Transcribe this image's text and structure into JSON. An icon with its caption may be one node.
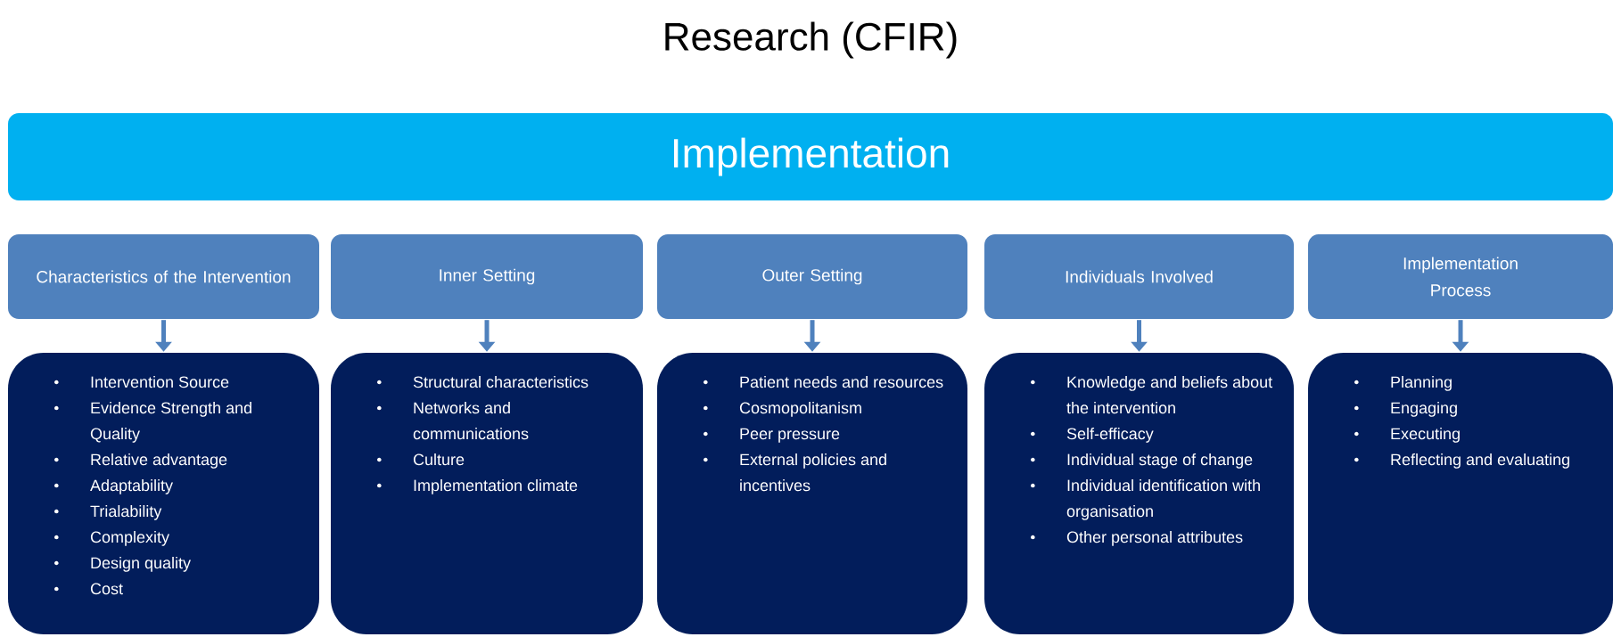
{
  "diagram": {
    "title": "Research (CFIR)",
    "nodes": [
      {
        "text": [
          "Implementation"
        ]
      },
      {
        "text": [
          "Characteristics of the Intervention"
        ]
      },
      {
        "text": [
          "Inner Setting"
        ]
      },
      {
        "text": [
          "Outer Setting"
        ]
      },
      {
        "text": [
          "Individuals Involved"
        ]
      },
      {
        "text": [
          "Implementation Process"
        ]
      },
      {
        "text": [
          "Intervention Source",
          "Evidence Strength and Quality",
          "Relative advantage",
          "Adaptability",
          "Trialability",
          "Complexity",
          "Design quality",
          "Cost"
        ]
      },
      {
        "text": [
          "Structural characteristics",
          "Networks and communications",
          "Culture",
          "Implementation climate"
        ]
      },
      {
        "text": [
          "Patient needs and resources",
          "Cosmopolitanism",
          "Peer pressure",
          "External policies and incentives"
        ]
      },
      {
        "text": [
          "Knowledge and beliefs about the intervention",
          "Self-efficacy",
          "Individual stage of change",
          "Individual identification with organisation",
          "Other personal attributes"
        ]
      },
      {
        "text": [
          "Planning",
          "Engaging",
          "Executing",
          "Reflecting and evaluating"
        ]
      }
    ],
    "edges": [
      {
        "from": 1,
        "to": 6,
        "arrow": "to"
      },
      {
        "from": 2,
        "to": 7,
        "arrow": "to"
      },
      {
        "from": 3,
        "to": 8,
        "arrow": "to"
      },
      {
        "from": 4,
        "to": 9,
        "arrow": "to"
      },
      {
        "from": 5,
        "to": 10,
        "arrow": "to"
      }
    ]
  }
}
